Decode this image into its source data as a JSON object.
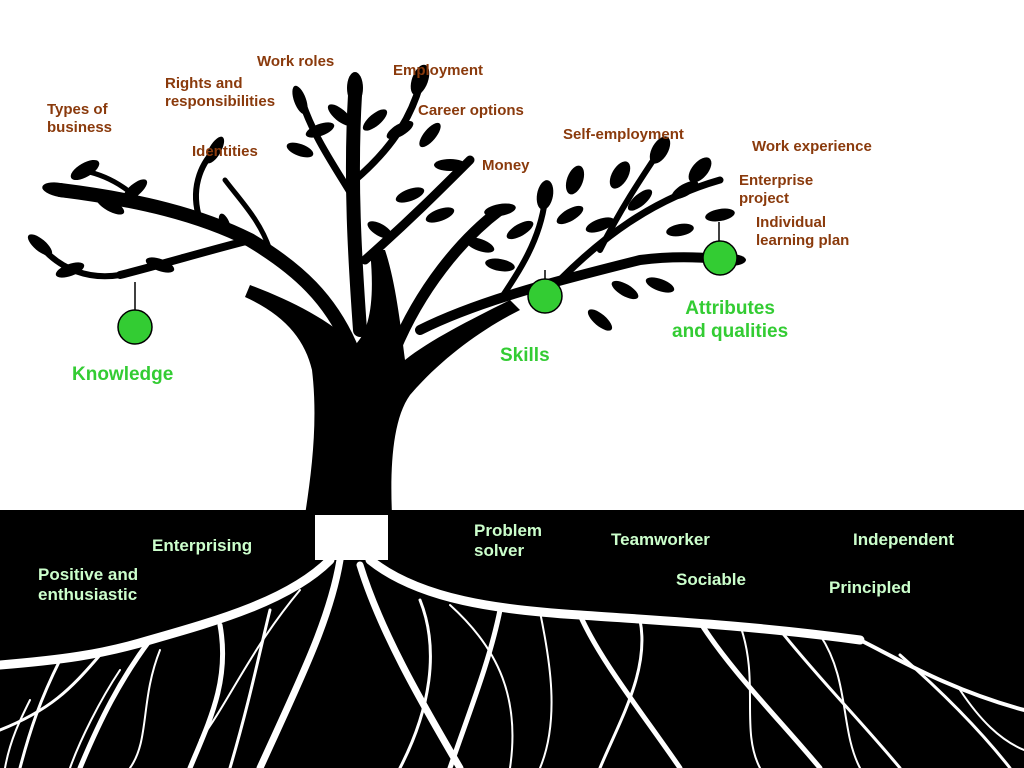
{
  "colors": {
    "tree": "#000000",
    "soil": "#000000",
    "root_lines": "#ffffff",
    "branch_label": "#8a3a0c",
    "fruit": "#33cc33",
    "fruit_label": "#33cc33",
    "root_label": "#ccffcc"
  },
  "branch_labels": {
    "work_roles": "Work roles",
    "employment": "Employment",
    "rights": "Rights and\nresponsibilities",
    "types_of_business": "Types of\nbusiness",
    "career_options": "Career options",
    "identities": "Identities",
    "self_employment": "Self-employment",
    "money": "Money",
    "work_experience": "Work experience",
    "enterprise_project": "Enterprise\nproject",
    "individual_learning_plan": "Individual\nlearning plan"
  },
  "fruit_labels": {
    "knowledge": "Knowledge",
    "skills": "Skills",
    "attributes": "Attributes\nand qualities"
  },
  "root_labels": {
    "enterprising": "Enterprising",
    "positive": "Positive and\nenthusiastic",
    "problem_solver": "Problem\nsolver",
    "teamworker": "Teamworker",
    "sociable": "Sociable",
    "independent": "Independent",
    "principled": "Principled"
  }
}
